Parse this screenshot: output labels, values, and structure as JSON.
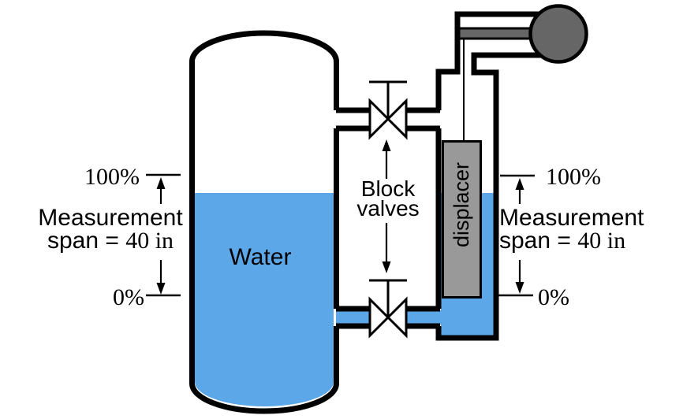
{
  "labels": {
    "water": "Water",
    "block_valves_line1": "Block",
    "block_valves_line2": "valves",
    "displacer": "displacer"
  },
  "left_scale": {
    "top": "100%",
    "bottom": "0%",
    "line1": "Measurement",
    "line2_prefix": "span = ",
    "line2_value": "40 in"
  },
  "right_scale": {
    "top": "100%",
    "bottom": "0%",
    "line1": "Measurement",
    "line2_prefix": "span = ",
    "line2_value": "40 in"
  },
  "colors": {
    "water": "#5ba7e8",
    "displacer": "#999999",
    "torque_unit": "#666666",
    "line": "#000000",
    "background": "#ffffff"
  }
}
